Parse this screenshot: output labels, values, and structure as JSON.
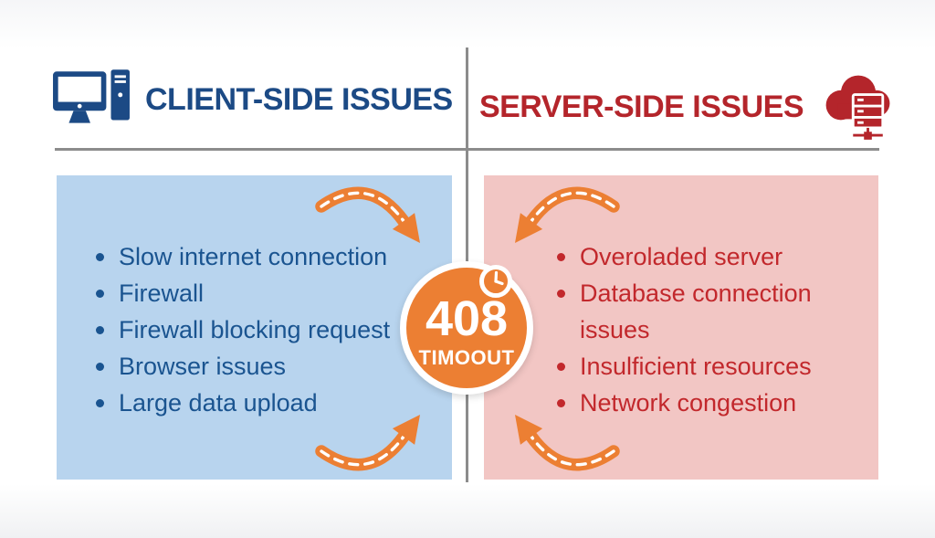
{
  "colors": {
    "client_blue": "#1c4a85",
    "client_text": "#1a5490",
    "client_panel": "#b8d4ee",
    "server_red": "#b4252b",
    "server_text": "#c2282c",
    "server_panel": "#f2c6c4",
    "accent_orange": "#ec7f33",
    "divider_gray": "#8c8c8c"
  },
  "client": {
    "title": "CLIENT-SIDE ISSUES",
    "icon": "desktop-computer-icon",
    "items": [
      "Slow internet connection",
      "Firewall",
      "Firewall blocking request",
      "Browser issues",
      "Large data upload"
    ]
  },
  "server": {
    "title": "SERVER-SIDE ISSUES",
    "icon": "cloud-server-icon",
    "items": [
      "Overoladed server",
      "Database connection issues",
      "Insulficient resources",
      "Network congestion"
    ]
  },
  "center": {
    "status_code": "408",
    "status_label": "TIMOOUT",
    "icon": "clock-icon"
  }
}
